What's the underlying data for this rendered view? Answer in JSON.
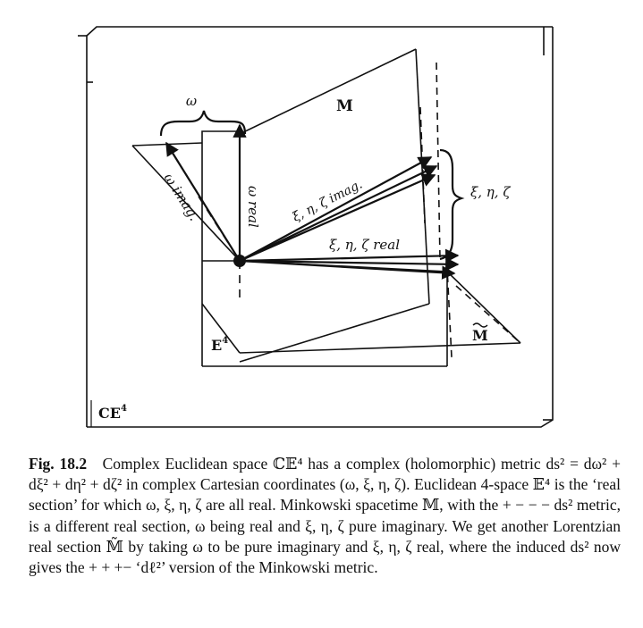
{
  "figure": {
    "labels": {
      "omega_brace": "ω",
      "omega_imag": "ω imag.",
      "omega_real": "ω real",
      "xi_imag": "ξ, η, ζ imag.",
      "xi_real": "ξ, η, ζ real",
      "xi_brace": "ξ, η, ζ",
      "M": "M",
      "M_tilde": "M",
      "E4_base": "E",
      "E4_sup": "4",
      "CE4_base": "CE",
      "CE4_sup": "4"
    }
  },
  "caption": {
    "fig_label": "Fig. 18.2",
    "text": "Complex Euclidean space ℂ𝔼⁴ has a complex (holomorphic) metric ds² = dω² + dξ² + dη² + dζ² in complex Cartesian coordinates (ω, ξ, η, ζ). Euclidean 4-space 𝔼⁴ is the ‘real section’ for which ω, ξ, η, ζ are all real. Minkowski spacetime 𝕄, with the + − − − ds² metric, is a different real section, ω being real and ξ, η, ζ pure imaginary. We get another Lorentzian real section 𝕄̃ by taking ω to be pure imaginary and ξ, η, ζ real, where the induced ds² now gives the + + +− ‘dℓ²’ version of the Minkowski metric."
  }
}
